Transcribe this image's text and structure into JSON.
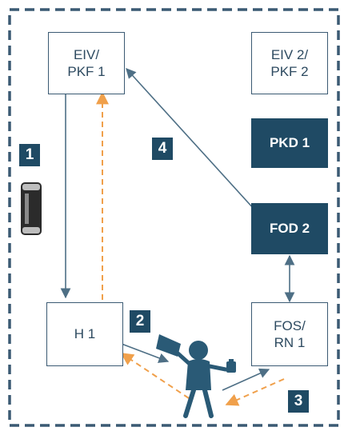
{
  "nodes": {
    "eiv_pkf_1": "EIV/\nPKF 1",
    "eiv_2_pkf_2": "EIV 2/\nPKF 2",
    "pkd_1": "PKD 1",
    "fod_2": "FOD 2",
    "h_1": "H 1",
    "fos_rn_1": "FOS/\nRN 1"
  },
  "steps": [
    "1",
    "2",
    "3",
    "4"
  ],
  "icons": [
    "battery-can-icon",
    "person-with-megaphone-icon"
  ],
  "colors": {
    "border": "#3b5a73",
    "filled": "#1f4a64",
    "arrow_solid": "#4e6f85",
    "arrow_dashed": "#f0a04b"
  }
}
